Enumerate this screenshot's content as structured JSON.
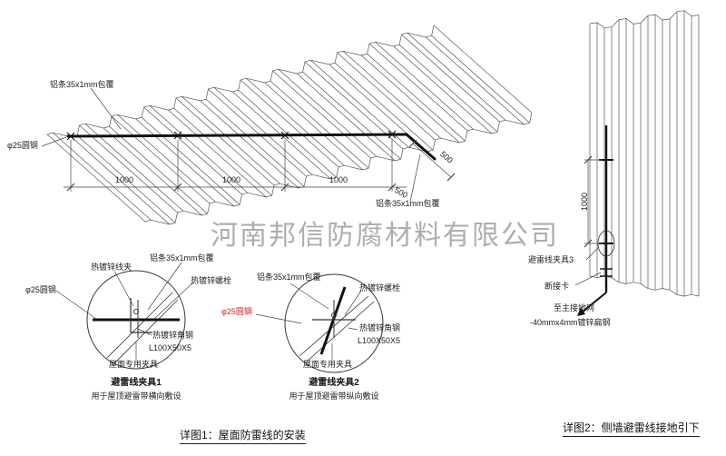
{
  "watermark": "河南邦信防腐材料有限公司",
  "main_view": {
    "label_alu_top": "铝条35x1mm包覆",
    "label_round_steel": "φ25圆钢",
    "label_alu_right": "铝条35x1mm包覆",
    "dims": {
      "d1": "1000",
      "d2": "1000",
      "d3": "1000",
      "d4": "500",
      "d5": "500"
    },
    "caption": "详图1：屋面防雷线的安装"
  },
  "detail1": {
    "label_wire_clip": "热镀锌线夹",
    "label_alu": "铝条35x1mm包覆",
    "label_bolt": "热镀锌螺栓",
    "label_round_steel": "φ25圆钢",
    "label_angle_steel": "热镀锌角钢",
    "label_angle_spec": "L100X50X5",
    "label_roof_clamp": "屋面专用夹具",
    "title": "避雷线夹具1",
    "subtitle": "用于屋顶避雷带横向敷设"
  },
  "detail2": {
    "label_alu": "铝条35x1mm包覆",
    "label_bolt": "热镀锌螺栓",
    "label_round_steel": "φ25圆钢",
    "label_angle_steel": "热镀锌角钢",
    "label_angle_spec": "L100X50X5",
    "label_roof_clamp": "屋面专用夹具",
    "title": "避雷线夹具2",
    "subtitle": "用于屋顶避雷带纵向敷设"
  },
  "wall_view": {
    "dim_vertical": "1000",
    "label_clamp3": "避雷线夹具3",
    "label_disconnect": "断接卡",
    "label_to_ground": "至主接地网",
    "label_flat_steel": "-40mmx4mm镀锌扁钢",
    "caption": "详图2：侧墙避雷线接地引下"
  },
  "colors": {
    "line": "#333333",
    "red_label": "#cc2222",
    "watermark": "#9b9b9b"
  }
}
